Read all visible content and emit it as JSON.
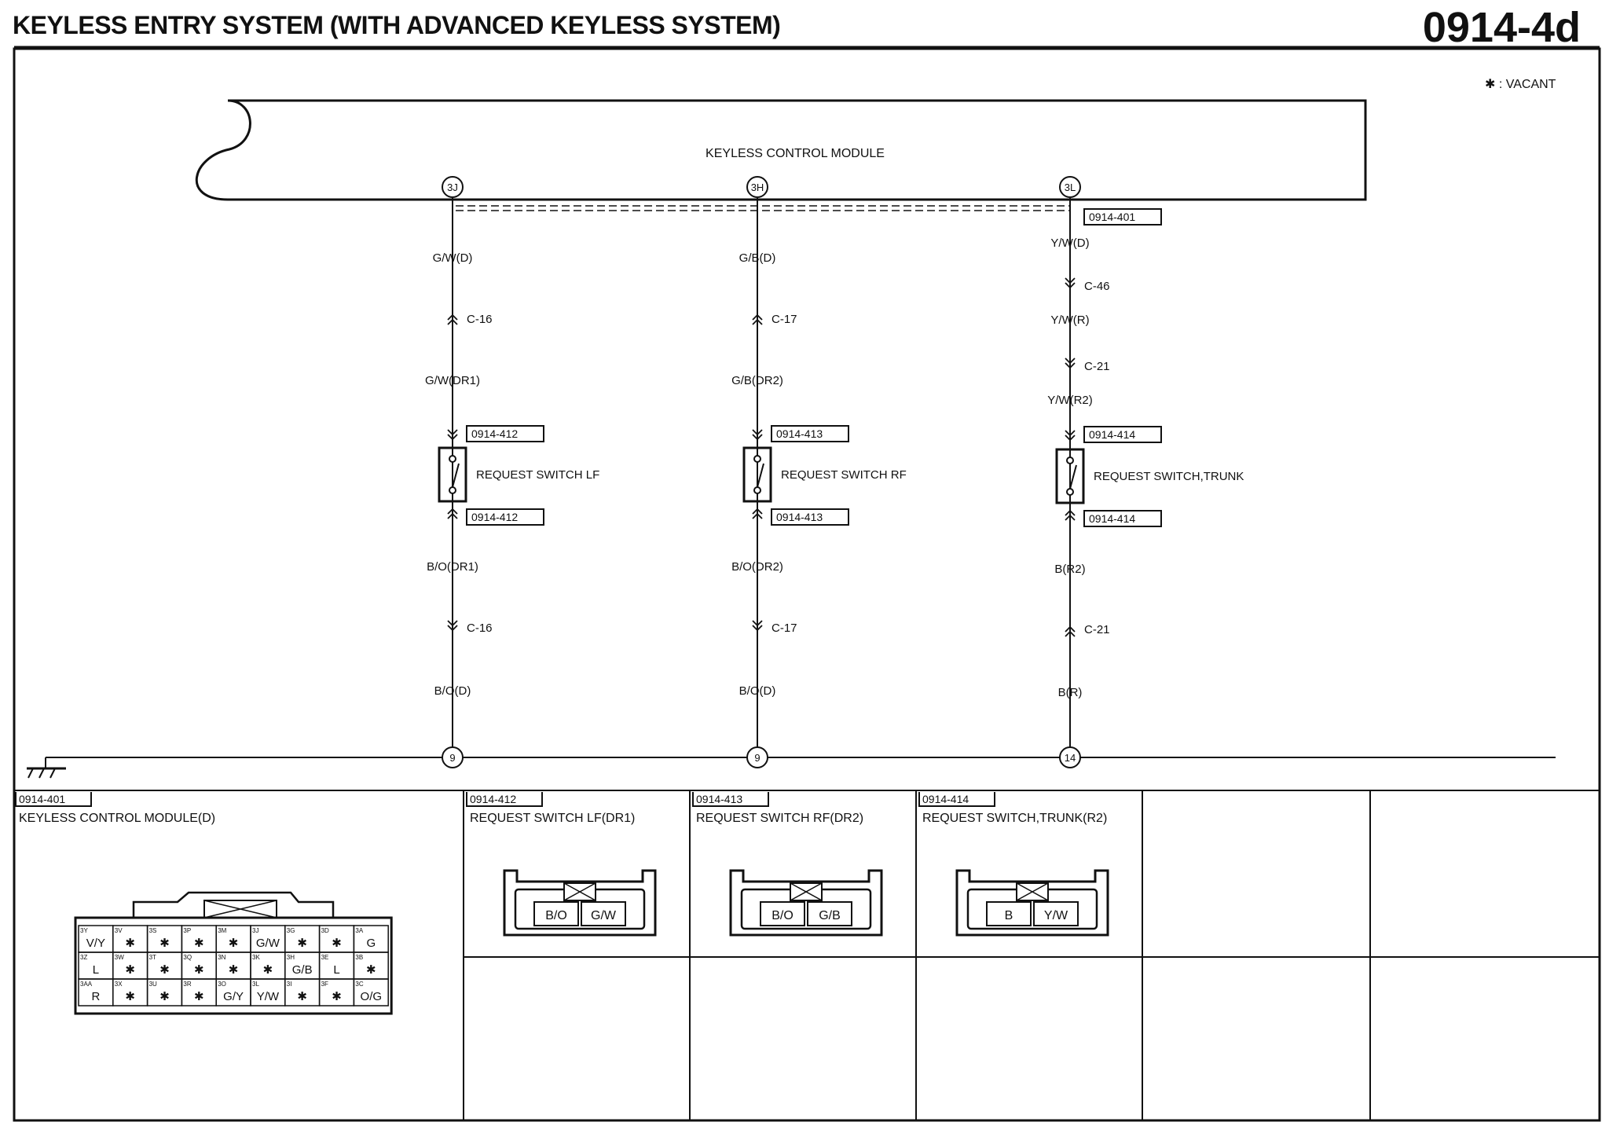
{
  "header": {
    "title": "KEYLESS ENTRY SYSTEM (WITH ADVANCED KEYLESS SYSTEM)",
    "page": "0914-4d"
  },
  "legend": {
    "vacant": "✱ : VACANT"
  },
  "module": {
    "label": "KEYLESS CONTROL MODULE"
  },
  "circuits": [
    {
      "pin": "3J",
      "wires": [
        "G/W(D)",
        "G/W(DR1)",
        "B/O(DR1)",
        "B/O(D)"
      ],
      "connectors": [
        "C-16",
        "C-16"
      ],
      "switch_label": "REQUEST SWITCH LF",
      "refs": [
        "0914-412",
        "0914-412"
      ],
      "ground": "9"
    },
    {
      "pin": "3H",
      "wires": [
        "G/B(D)",
        "G/B(DR2)",
        "B/O(DR2)",
        "B/O(D)"
      ],
      "connectors": [
        "C-17",
        "C-17"
      ],
      "switch_label": "REQUEST SWITCH RF",
      "refs": [
        "0914-413",
        "0914-413"
      ],
      "ground": "9"
    },
    {
      "pin": "3L",
      "module_ref": "0914-401",
      "wires": [
        "Y/W(D)",
        "Y/W(R)",
        "Y/W(R2)",
        "B(R2)",
        "B(R)"
      ],
      "connectors": [
        "C-46",
        "C-21",
        "C-21"
      ],
      "switch_label": "REQUEST SWITCH,TRUNK",
      "refs": [
        "0914-414",
        "0914-414"
      ],
      "ground": "14"
    }
  ],
  "panels": [
    {
      "ref": "0914-401",
      "title": "KEYLESS CONTROL MODULE(D)"
    },
    {
      "ref": "0914-412",
      "title": "REQUEST SWITCH LF(DR1)",
      "pins": [
        "B/O",
        "G/W"
      ]
    },
    {
      "ref": "0914-413",
      "title": "REQUEST SWITCH RF(DR2)",
      "pins": [
        "B/O",
        "G/B"
      ]
    },
    {
      "ref": "0914-414",
      "title": "REQUEST SWITCH,TRUNK(R2)",
      "pins": [
        "B",
        "Y/W"
      ]
    }
  ],
  "module_connector": {
    "rows": [
      [
        {
          "pin": "3Y",
          "val": "V/Y"
        },
        {
          "pin": "3V",
          "val": "✱"
        },
        {
          "pin": "3S",
          "val": "✱"
        },
        {
          "pin": "3P",
          "val": "✱"
        },
        {
          "pin": "3M",
          "val": "✱"
        },
        {
          "pin": "3J",
          "val": "G/W"
        },
        {
          "pin": "3G",
          "val": "✱"
        },
        {
          "pin": "3D",
          "val": "✱"
        },
        {
          "pin": "3A",
          "val": "G"
        }
      ],
      [
        {
          "pin": "3Z",
          "val": "L"
        },
        {
          "pin": "3W",
          "val": "✱"
        },
        {
          "pin": "3T",
          "val": "✱"
        },
        {
          "pin": "3Q",
          "val": "✱"
        },
        {
          "pin": "3N",
          "val": "✱"
        },
        {
          "pin": "3K",
          "val": "✱"
        },
        {
          "pin": "3H",
          "val": "G/B"
        },
        {
          "pin": "3E",
          "val": "L"
        },
        {
          "pin": "3B",
          "val": "✱"
        }
      ],
      [
        {
          "pin": "3AA",
          "val": "R"
        },
        {
          "pin": "3X",
          "val": "✱"
        },
        {
          "pin": "3U",
          "val": "✱"
        },
        {
          "pin": "3R",
          "val": "✱"
        },
        {
          "pin": "3O",
          "val": "G/Y"
        },
        {
          "pin": "3L",
          "val": "Y/W"
        },
        {
          "pin": "3I",
          "val": "✱"
        },
        {
          "pin": "3F",
          "val": "✱"
        },
        {
          "pin": "3C",
          "val": "O/G"
        }
      ]
    ]
  }
}
